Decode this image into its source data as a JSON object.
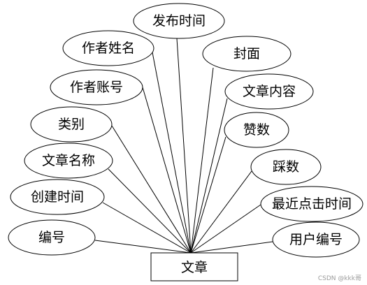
{
  "entity": {
    "label": "文章"
  },
  "attributes": [
    {
      "key": "publish-time",
      "label": "发布时间"
    },
    {
      "key": "author-name",
      "label": "作者姓名"
    },
    {
      "key": "cover",
      "label": "封面"
    },
    {
      "key": "author-account",
      "label": "作者账号"
    },
    {
      "key": "content",
      "label": "文章内容"
    },
    {
      "key": "category",
      "label": "类别"
    },
    {
      "key": "likes",
      "label": "赞数"
    },
    {
      "key": "title",
      "label": "文章名称"
    },
    {
      "key": "dislikes",
      "label": "踩数"
    },
    {
      "key": "create-time",
      "label": "创建时间"
    },
    {
      "key": "last-click-time",
      "label": "最近点击时间"
    },
    {
      "key": "id",
      "label": "编号"
    },
    {
      "key": "user-id",
      "label": "用户编号"
    }
  ],
  "watermark": "CSDN @kkk哥"
}
